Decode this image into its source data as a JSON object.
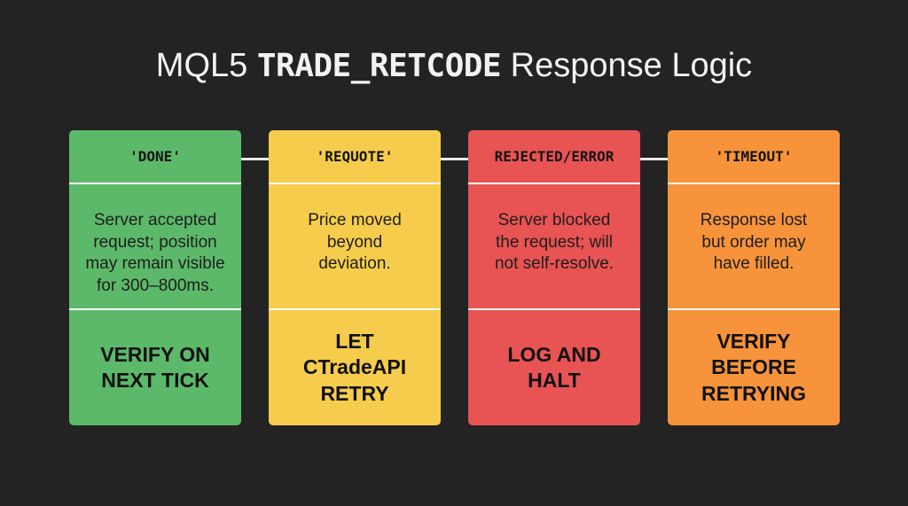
{
  "title": {
    "prefix": "MQL5",
    "code": "TRADE_RETCODE",
    "suffix": "Response Logic"
  },
  "cards": [
    {
      "header": "'DONE'",
      "color": "#5cb96a",
      "description": [
        "Server accepted",
        "request; position",
        "may remain visible",
        "for 300–800ms."
      ],
      "action": [
        "VERIFY ON",
        "NEXT TICK"
      ]
    },
    {
      "header": "'REQUOTE'",
      "color": "#f6cc4c",
      "description": [
        "Price moved",
        "beyond",
        "deviation."
      ],
      "action": [
        "LET",
        "CTradeAPI",
        "RETRY"
      ]
    },
    {
      "header": "REJECTED/ERROR",
      "color": "#e85353",
      "description": [
        "Server blocked",
        "the request; will",
        "not self-resolve."
      ],
      "action": [
        "LOG AND",
        "HALT"
      ]
    },
    {
      "header": "'TIMEOUT'",
      "color": "#f7933a",
      "description": [
        "Response lost",
        "but order may",
        "have filled."
      ],
      "action": [
        "VERIFY",
        "BEFORE",
        "RETRYING"
      ]
    }
  ]
}
